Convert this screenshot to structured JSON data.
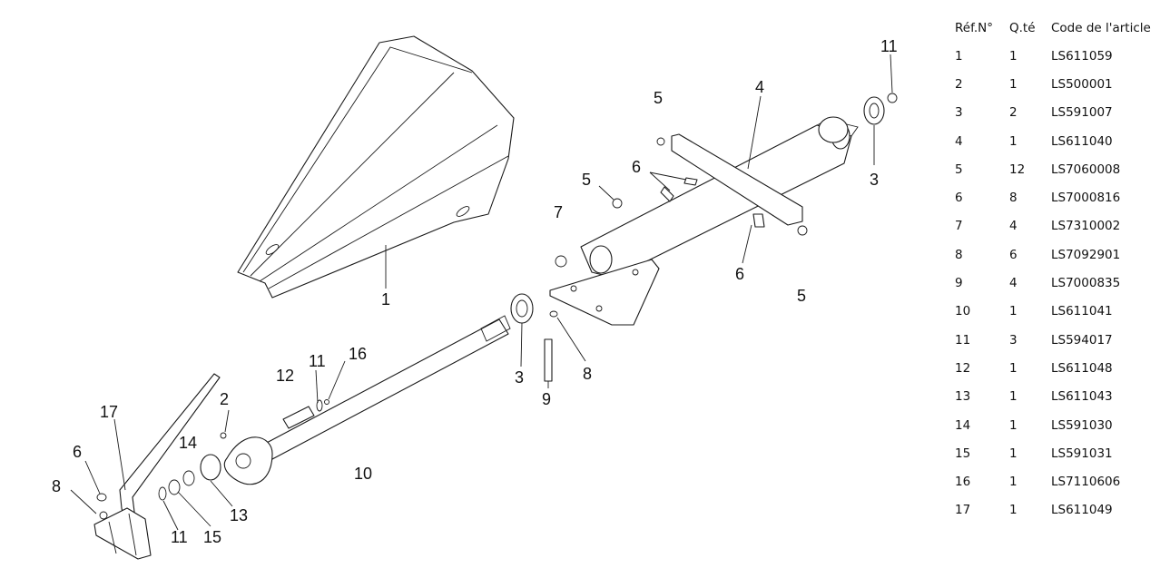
{
  "table": {
    "headers": [
      "Réf.N°",
      "Q.té",
      "Code de l'article"
    ],
    "rows": [
      {
        "ref": "1",
        "qty": "1",
        "code": "LS611059"
      },
      {
        "ref": "2",
        "qty": "1",
        "code": "LS500001"
      },
      {
        "ref": "3",
        "qty": "2",
        "code": "LS591007"
      },
      {
        "ref": "4",
        "qty": "1",
        "code": "LS611040"
      },
      {
        "ref": "5",
        "qty": "12",
        "code": "LS7060008"
      },
      {
        "ref": "6",
        "qty": "8",
        "code": "LS7000816"
      },
      {
        "ref": "7",
        "qty": "4",
        "code": "LS7310002"
      },
      {
        "ref": "8",
        "qty": "6",
        "code": "LS7092901"
      },
      {
        "ref": "9",
        "qty": "4",
        "code": "LS7000835"
      },
      {
        "ref": "10",
        "qty": "1",
        "code": "LS611041"
      },
      {
        "ref": "11",
        "qty": "3",
        "code": "LS594017"
      },
      {
        "ref": "12",
        "qty": "1",
        "code": "LS611048"
      },
      {
        "ref": "13",
        "qty": "1",
        "code": "LS611043"
      },
      {
        "ref": "14",
        "qty": "1",
        "code": "LS591030"
      },
      {
        "ref": "15",
        "qty": "1",
        "code": "LS591031"
      },
      {
        "ref": "16",
        "qty": "1",
        "code": "LS7110606"
      },
      {
        "ref": "17",
        "qty": "1",
        "code": "LS611049"
      }
    ]
  },
  "callouts": {
    "c1": "1",
    "c2": "2",
    "c3a": "3",
    "c3b": "3",
    "c4": "4",
    "c5a": "5",
    "c5b": "5",
    "c5c": "5",
    "c6a": "6",
    "c6b": "6",
    "c6c": "6",
    "c7": "7",
    "c8a": "8",
    "c8b": "8",
    "c9": "9",
    "c10": "10",
    "c11a": "11",
    "c11b": "11",
    "c11c": "11",
    "c12": "12",
    "c13": "13",
    "c14": "14",
    "c15": "15",
    "c16": "16",
    "c17": "17"
  }
}
